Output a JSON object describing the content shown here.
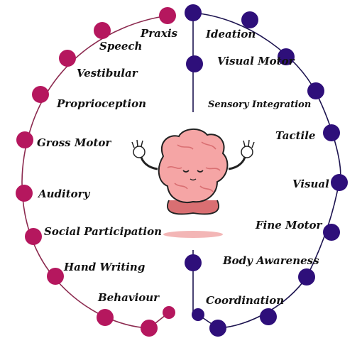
{
  "colors": {
    "left_node": "#b5175e",
    "left_line": "#8c2a4f",
    "right_node": "#2e0f7a",
    "right_line": "#1d1450",
    "brain": "#f5a5a5",
    "brain_dark": "#d96f72",
    "shadow": "#f3b6b6",
    "label": "#111111"
  },
  "left": {
    "labels": [
      "Praxis",
      "Speech",
      "Vestibular",
      "Proprioception",
      "Gross Motor",
      "Auditory",
      "Social Participation",
      "Hand Writing",
      "Behaviour"
    ]
  },
  "right": {
    "labels": [
      "Ideation",
      "Visual Motor",
      "Sensory Integration",
      "Tactile",
      "Visual",
      "Fine Motor",
      "Body Awareness",
      "Coordination"
    ]
  },
  "center": {
    "icon": "meditating-brain-icon"
  }
}
